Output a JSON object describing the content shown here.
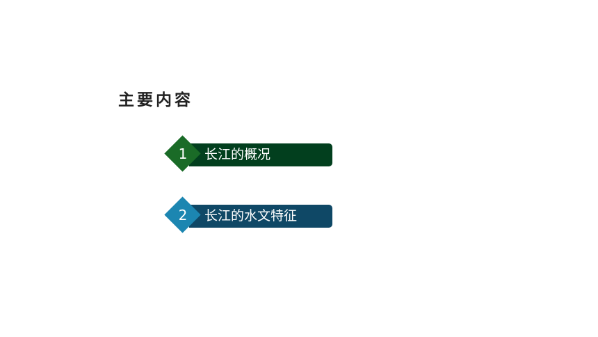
{
  "title": "主要内容",
  "items": [
    {
      "number": "1",
      "label": "长江的概况",
      "bar_color": "#023f1e",
      "diamond_color": "#1a6b27"
    },
    {
      "number": "2",
      "label": "长江的水文特征",
      "bar_color": "#0f4866",
      "diamond_color": "#1c86b1"
    }
  ]
}
